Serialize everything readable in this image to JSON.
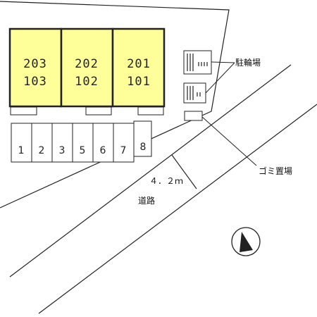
{
  "site_map": {
    "units": [
      {
        "upper": "203",
        "lower": "103"
      },
      {
        "upper": "202",
        "lower": "102"
      },
      {
        "upper": "201",
        "lower": "101"
      }
    ],
    "parking_spaces": [
      "1",
      "2",
      "3",
      "5",
      "6",
      "7",
      "8"
    ],
    "labels": {
      "bicycle_parking": "駐輪場",
      "garbage_area": "ゴミ置場",
      "road": "道路",
      "road_width": "４．２ｍ"
    },
    "colors": {
      "unit_fill": "#ffff99",
      "line": "#222222",
      "background": "#ffffff"
    },
    "compass_icon": "north-arrow-icon"
  }
}
